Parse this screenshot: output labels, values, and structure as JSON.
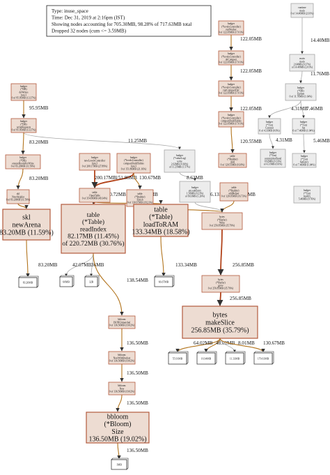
{
  "info": {
    "lines": [
      "Type: inuse_space",
      "Time: Dec 31, 2019 at 2:16pm (IST)",
      "Showing nodes accounting for 705.30MB, 98.28% of 717.63MB total",
      "Dropped 32 nodes (cum <= 3.59MB)"
    ]
  },
  "colors": {
    "hot_fill": "#eddcd2",
    "hot_stroke": "#b2593c",
    "hot_edge": "#b2431a",
    "mid_edge": "#b2741d",
    "cold_fill": "#ececec",
    "cold_stroke": "#a6a6a6",
    "cold_edge": "#a8a8a8",
    "leaf_fill": "#ffffff"
  },
  "nodes": [
    {
      "id": "n_dowrite",
      "lines": [
        "badger",
        "(*DB)",
        "doWrites",
        "func1",
        "0 of 95.95MB (13.37%)"
      ]
    },
    {
      "id": "n_runcompact",
      "lines": [
        "badger",
        "(*levelsController)",
        "runWorker",
        "0 of 122.05MB (17.01%)"
      ]
    },
    {
      "id": "n_runtime",
      "lines": [
        "runtime",
        "main",
        "0 of 14.40MB (2.01%)"
      ]
    },
    {
      "id": "n_main",
      "lines": [
        "main",
        "main",
        "2.64MB (0.37%)",
        "of 14.40MB (2.01%)"
      ]
    },
    {
      "id": "n_docompact",
      "lines": [
        "badger",
        "(*levelsController)",
        "doCompact",
        "0 of 122.05MB (17.01%)"
      ]
    },
    {
      "id": "n_update",
      "lines": [
        "badger",
        "(*DB)",
        "Update",
        "0 of 11.76MB (1.64%)"
      ]
    },
    {
      "id": "n_runcompactdef",
      "lines": [
        "badger",
        "(*levelsController)",
        "runCompactDef",
        "0 of 122.05MB (17.01%)"
      ]
    },
    {
      "id": "n_writereqs",
      "lines": [
        "badger",
        "(*DB)",
        "writeRequests",
        "0 of 95.95MB (13.37%)"
      ]
    },
    {
      "id": "n_compactbuild",
      "lines": [
        "badger",
        "(*levelsController)",
        "compactBuildTables",
        "0 of 122.05MB (17.01%)"
      ]
    },
    {
      "id": "n_txncommit",
      "lines": [
        "badger",
        "(*Txn)",
        "Commit",
        "0 of 4.31MB (0.6%)"
      ]
    },
    {
      "id": "n_txnset",
      "lines": [
        "badger",
        "(*Txn)",
        "Set",
        "0 of 7.46MB (1.04%)"
      ]
    },
    {
      "id": "n_ensure",
      "lines": [
        "badger",
        "(*DB)",
        "ensureRoomForWrite",
        "0 of 83.20MB (11.59%)"
      ]
    },
    {
      "id": "n_newlevels",
      "lines": [
        "badger",
        "newLevelsController",
        "func1",
        "0 of 200.17MB (27.89%)"
      ]
    },
    {
      "id": "n_compactfunc1",
      "lines": [
        "badger",
        "(*levelsController)",
        "compactBuildTables",
        "func1",
        "0 of 151.86MB (21.16%)"
      ]
    },
    {
      "id": "n_vlogwrite",
      "lines": [
        "badger",
        "(*valueLog)",
        "write",
        "2.62MB (0.36%)",
        "of 11.25MB (1.57%)"
      ]
    },
    {
      "id": "n_builderadd",
      "lines": [
        "table",
        "(*Builder)",
        "Add",
        "0 of 120.55MB (16.8%)"
      ]
    },
    {
      "id": "n_commitfunc",
      "lines": [
        "badger",
        "(*Txn)",
        "commitAndSend",
        "0.92MB (0.13%)",
        "of 4.31MB (0.6%)"
      ]
    },
    {
      "id": "n_setentry",
      "lines": [
        "badger",
        "(*Txn)",
        "SetEntry",
        "0 of 7.46MB (1.04%)"
      ]
    },
    {
      "id": "n_newskl",
      "lines": [
        "skl",
        "NewSkiplist",
        "0 of 83.20MB (11.59%)"
      ]
    },
    {
      "id": "n_opentable",
      "lines": [
        "table",
        "OpenTable",
        "0 of 354.06MB (49.34%)"
      ]
    },
    {
      "id": "n_finish",
      "lines": [
        "table",
        "(*Builder)",
        "Finish",
        "0 of 130.67MB (18.21%)"
      ]
    },
    {
      "id": "n_encodeentry",
      "lines": [
        "badger",
        "encodeEntry",
        "1.50MB (0.21%)",
        "of 8.63MB (1.20%)"
      ]
    },
    {
      "id": "n_addhelper",
      "lines": [
        "table",
        "(*Builder)",
        "addHelper",
        "0 of 120.05MB (16.73%)"
      ]
    },
    {
      "id": "n_modify",
      "lines": [
        "badger",
        "(*Txn)",
        "modify",
        "5.46MB (0.76%)"
      ]
    },
    {
      "id": "n_skl",
      "lines": [
        "skl",
        "newArena",
        "83.20MB (11.59%)"
      ]
    },
    {
      "id": "n_readindex",
      "lines": [
        "table",
        "(*Table)",
        "readIndex",
        "82.17MB (11.45%)",
        "of 220.72MB (30.76%)"
      ]
    },
    {
      "id": "n_loadtoram",
      "lines": [
        "table",
        "(*Table)",
        "loadToRAM",
        "133.34MB (18.58%)"
      ]
    },
    {
      "id": "n_bufwrite",
      "lines": [
        "bytes",
        "(*Buffer)",
        "Write",
        "0 of 256.85MB (35.79%)"
      ]
    },
    {
      "id": "n_bufgrow",
      "lines": [
        "bytes",
        "(*Buffer)",
        "grow",
        "0 of 256.85MB (35.79%)"
      ]
    },
    {
      "id": "n_bbjson",
      "lines": [
        "bbloom",
        "JSONUnmarshal",
        "0 of 136.50MB (19.02%)"
      ]
    },
    {
      "id": "n_makeslice",
      "lines": [
        "bytes",
        "makeSlice",
        "256.85MB (35.79%)"
      ]
    },
    {
      "id": "n_bbnewwith",
      "lines": [
        "bbloom",
        "NewWithBoolset",
        "0 of 136.50MB (19.02%)"
      ]
    },
    {
      "id": "n_bbnew",
      "lines": [
        "bbloom",
        "New",
        "0 of 136.50MB (19.02%)"
      ]
    },
    {
      "id": "n_bbsize",
      "lines": [
        "bbloom",
        "(*Bloom)",
        "Size",
        "136.50MB (19.02%)"
      ]
    }
  ],
  "leaves": [
    {
      "id": "l_skl",
      "text": "83.20MB"
    },
    {
      "id": "l_idx1",
      "text": "60MB"
    },
    {
      "id": "l_idx2",
      "text": "32B"
    },
    {
      "id": "l_ram",
      "text": "66.67MB"
    },
    {
      "id": "l_ms1",
      "text": "55.91MB"
    },
    {
      "id": "l_ms2",
      "text": "16.94MB"
    },
    {
      "id": "l_ms3",
      "text": "11.33MB"
    },
    {
      "id": "l_ms4",
      "text": "170.61MB"
    },
    {
      "id": "l_bb",
      "text": "1MB"
    }
  ],
  "edge_labels": [
    {
      "id": "e_runtime_main",
      "text": "14.40MB"
    },
    {
      "id": "e_run_docomp",
      "text": "122.05MB"
    },
    {
      "id": "e_main_update",
      "text": "11.76MB"
    },
    {
      "id": "e_doc_rcd",
      "text": "122.05MB"
    },
    {
      "id": "e_dowrite_wr",
      "text": "95.95MB"
    },
    {
      "id": "e_rcd_cbt",
      "text": "122.05MB"
    },
    {
      "id": "e_update_commit",
      "text": "4.31MB"
    },
    {
      "id": "e_update_set",
      "text": "7.46MB"
    },
    {
      "id": "e_wr_vlog",
      "text": "11.25MB"
    },
    {
      "id": "e_wr_ensure",
      "text": "83.20MB"
    },
    {
      "id": "e_cbt_add",
      "text": "120.55MB"
    },
    {
      "id": "e_commit_send",
      "text": "4.31MB"
    },
    {
      "id": "e_set_entry",
      "text": "5.46MB"
    },
    {
      "id": "e_nl_open",
      "text": "200.17MB"
    },
    {
      "id": "e_cf_open",
      "text": "151.86MB"
    },
    {
      "id": "e_cf_finish",
      "text": "130.67MB"
    },
    {
      "id": "e_vlog_enc",
      "text": "8.63MB"
    },
    {
      "id": "e_ensure_skl",
      "text": "83.20MB"
    },
    {
      "id": "e_open_idx",
      "text": "220.72MB"
    },
    {
      "id": "e_open_ram",
      "text": "133.34MB"
    },
    {
      "id": "e_finish_buf",
      "text": "130.67MB"
    },
    {
      "id": "e_enc_buf",
      "text": "6.13MB"
    },
    {
      "id": "e_add_buf",
      "text": "120.05MB"
    },
    {
      "id": "e_skl_leaf",
      "text": "83.20MB"
    },
    {
      "id": "e_idx_l1",
      "text": "42.07MB"
    },
    {
      "id": "e_idx_l2",
      "text": "36MB"
    },
    {
      "id": "e_ram_leaf",
      "text": "133.34MB"
    },
    {
      "id": "e_buf_grow",
      "text": "256.85MB"
    },
    {
      "id": "e_idx_bbjson",
      "text": "138.54MB"
    },
    {
      "id": "e_grow_ms",
      "text": "256.85MB"
    },
    {
      "id": "e_bbjson_nw",
      "text": "136.50MB"
    },
    {
      "id": "e_ms_l1",
      "text": "64.02MB"
    },
    {
      "id": "e_ms_l2",
      "text": "48.02MB"
    },
    {
      "id": "e_ms_l3",
      "text": "8.01MB"
    },
    {
      "id": "e_ms_l4",
      "text": "130.67MB"
    },
    {
      "id": "e_nw_new",
      "text": "136.50MB"
    },
    {
      "id": "e_new_size",
      "text": "136.50MB"
    },
    {
      "id": "e_size_leaf",
      "text": "136.50MB"
    }
  ]
}
